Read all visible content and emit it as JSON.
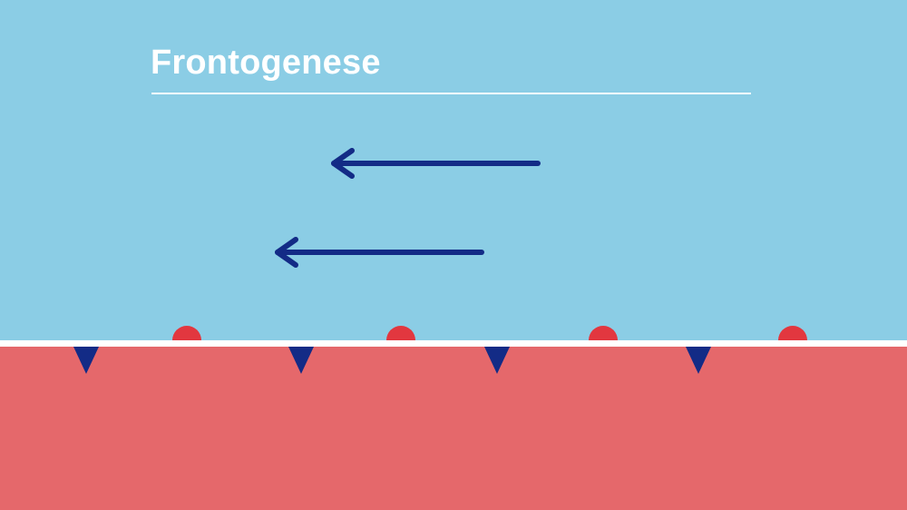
{
  "title": "Frontogenese",
  "colors": {
    "cold_air": "#8bcde5",
    "warm_air": "#e5686b",
    "arrow": "#132b86",
    "warm_front_symbol": "#e2373f",
    "cold_front_symbol": "#132b86"
  },
  "front_symbols": {
    "semicircles": 4,
    "triangles": 4
  },
  "arrows": [
    {
      "direction": "left"
    },
    {
      "direction": "left"
    }
  ]
}
